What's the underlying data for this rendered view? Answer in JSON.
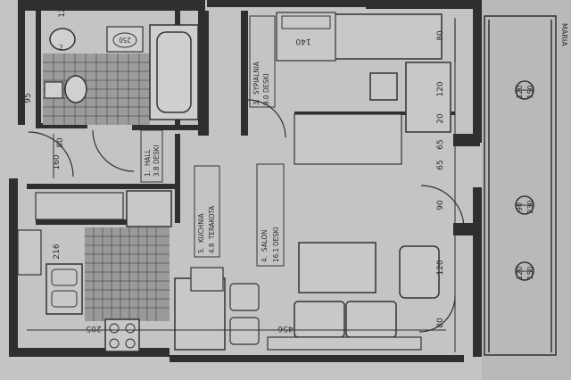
{
  "rooms": {
    "hall": {
      "number": "1.",
      "name": "HALL",
      "area": "3.8",
      "floor": "DESKI"
    },
    "bedroom": {
      "number": "3.",
      "name": "SYPIALNIA",
      "area": "9.0",
      "floor": "DESKI"
    },
    "kitchen": {
      "number": "5.",
      "name": "KUCHNIA",
      "area": "4.8",
      "floor": "TERAKOTA"
    },
    "living": {
      "number": "4.",
      "name": "SALON",
      "area": "16.1",
      "floor": "DESKI"
    },
    "bathroom": {
      "number": "2"
    }
  },
  "dimensions": {
    "bed_width": "80",
    "window_top": "120",
    "pier_top": "20",
    "pier_mid_a": "65",
    "pier_mid_b": "65",
    "balcony_door": "90",
    "window_bottom": "120",
    "corner": "80",
    "kitchen_wall": "205",
    "living_wall": "456",
    "hall_width": "160",
    "kitchen_depth": "216",
    "top_edge": "12",
    "bath_left": "95",
    "bed_label": "140",
    "hall_offset": "80"
  },
  "windows": [
    {
      "width": "120",
      "height": "150"
    },
    {
      "width": "90",
      "height": "230"
    },
    {
      "width": "120",
      "height": "150"
    }
  ],
  "appliances": {
    "sink_label": "250"
  },
  "title_fragment": "MARIA"
}
